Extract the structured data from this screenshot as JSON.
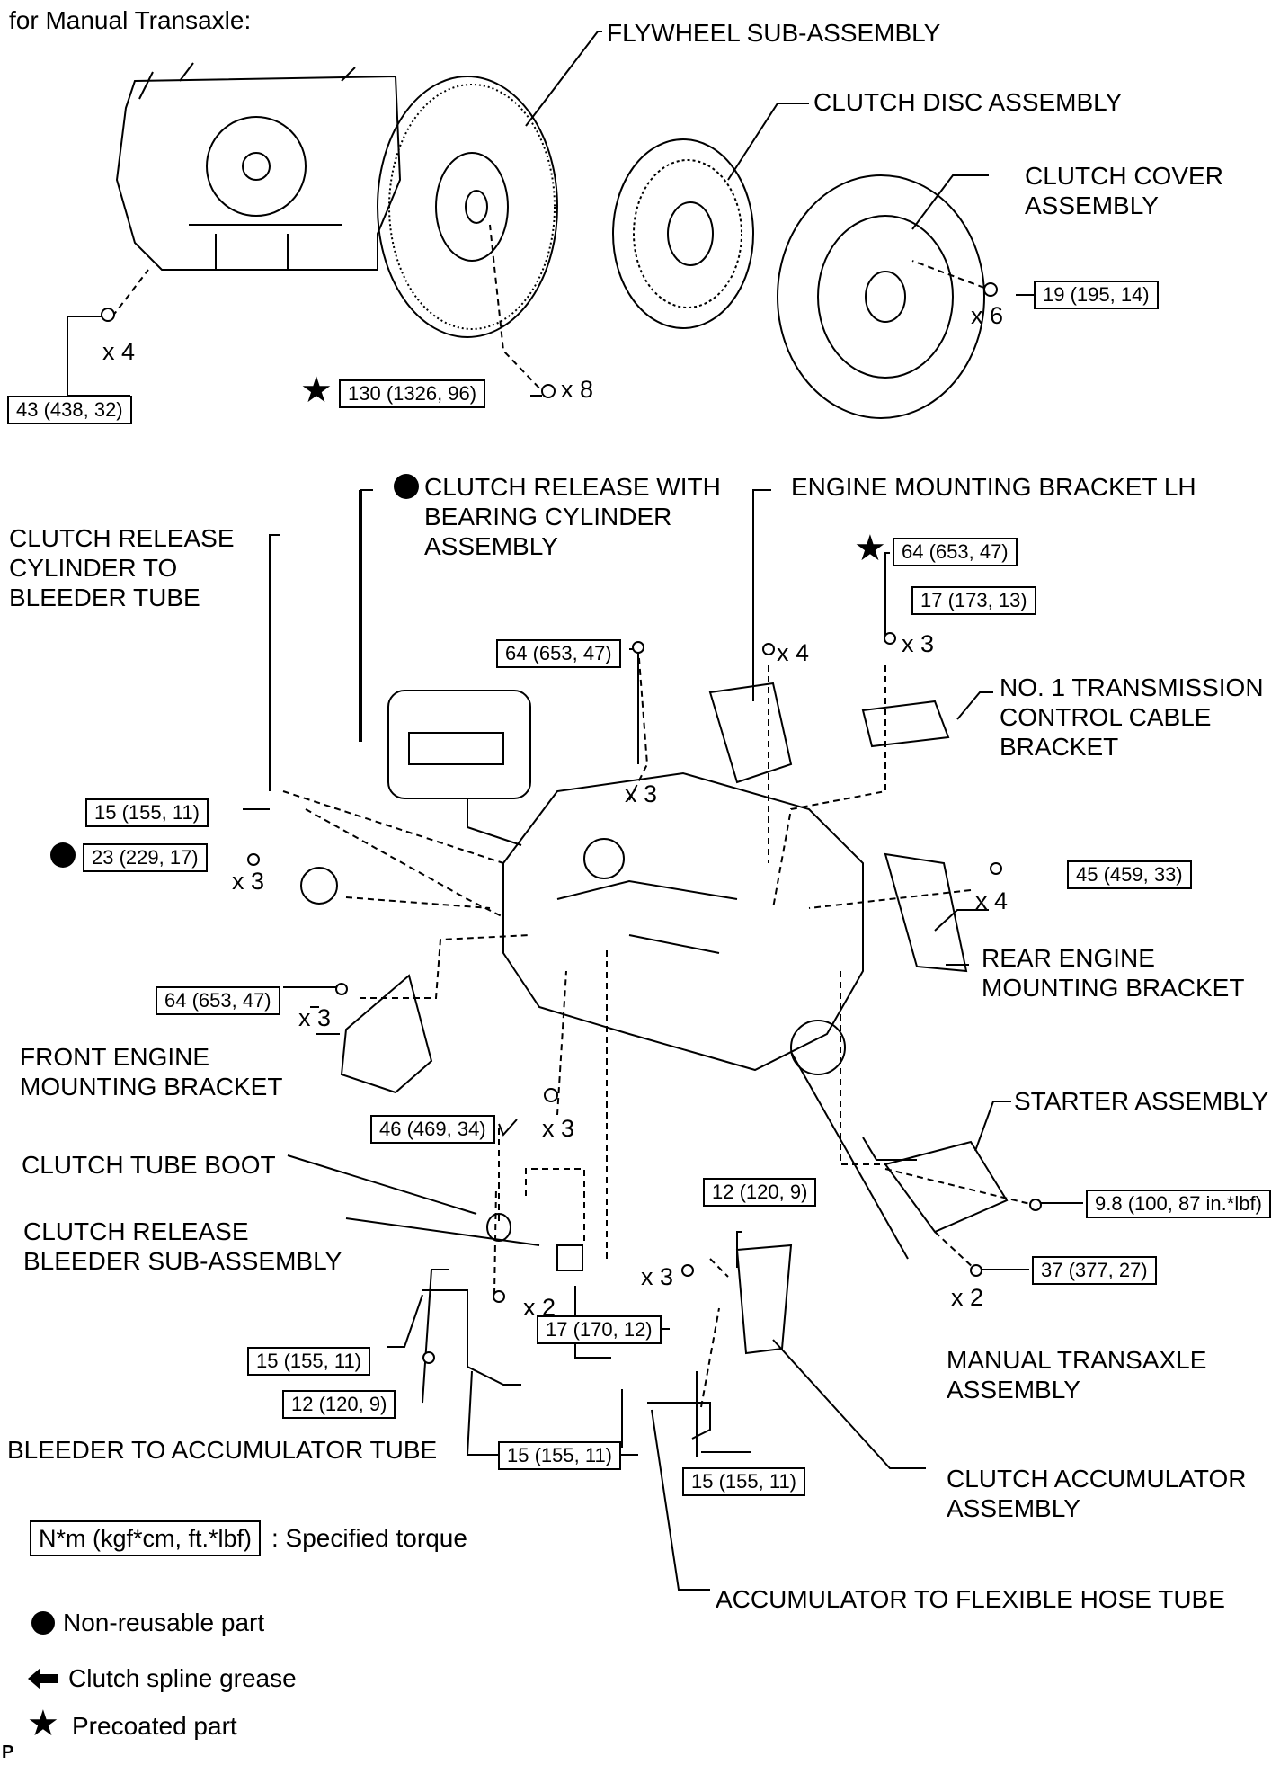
{
  "header": {
    "title": "for Manual Transaxle:"
  },
  "labels": {
    "flywheel": "FLYWHEEL SUB-ASSEMBLY",
    "clutch_disc": "CLUTCH DISC ASSEMBLY",
    "clutch_cover": "CLUTCH COVER\nASSEMBLY",
    "release_bearing_cyl": "CLUTCH RELEASE WITH\nBEARING CYLINDER\nASSEMBLY",
    "engine_mount_lh": "ENGINE MOUNTING BRACKET LH",
    "release_cyl_tube": "CLUTCH RELEASE\nCYLINDER TO\nBLEEDER TUBE",
    "trans_ctrl_bracket": "NO. 1 TRANSMISSION\nCONTROL CABLE\nBRACKET",
    "rear_engine_mount": "REAR ENGINE\nMOUNTING BRACKET",
    "front_engine_mount": "FRONT ENGINE\nMOUNTING BRACKET",
    "starter": "STARTER ASSEMBLY",
    "clutch_tube_boot": "CLUTCH TUBE BOOT",
    "release_bleeder": "CLUTCH RELEASE\nBLEEDER SUB-ASSEMBLY",
    "manual_transaxle": "MANUAL TRANSAXLE\nASSEMBLY",
    "clutch_accumulator": "CLUTCH ACCUMULATOR\nASSEMBLY",
    "bleeder_accum_tube": "BLEEDER TO ACCUMULATOR TUBE",
    "accum_flex_hose": "ACCUMULATOR TO FLEXIBLE HOSE TUBE"
  },
  "torques": {
    "t_43": "43 (438, 32)",
    "t_130": "130 (1326, 96)",
    "t_19": "19 (195, 14)",
    "t_64a": "64 (653, 47)",
    "t_17a": "17 (173, 13)",
    "t_64b": "64 (653, 47)",
    "t_15a": "15 (155, 11)",
    "t_23": "23 (229, 17)",
    "t_45": "45 (459, 33)",
    "t_64c": "64 (653, 47)",
    "t_46": "46 (469, 34)",
    "t_12a": "12 (120, 9)",
    "t_98": "9.8 (100, 87 in.*lbf)",
    "t_37": "37 (377, 27)",
    "t_15b": "15 (155, 11)",
    "t_17b": "17 (170, 12)",
    "t_12b": "12 (120, 9)",
    "t_15c": "15 (155, 11)",
    "t_15d": "15 (155, 11)"
  },
  "quantities": {
    "q_x4a": "x 4",
    "q_x8": "x 8",
    "q_x6": "x 6",
    "q_x4b": "x 4",
    "q_x3a": "x 3",
    "q_x3b": "x 3",
    "q_x3c": "x 3",
    "q_x4c": "x 4",
    "q_x3d": "x 3",
    "q_x3e": "x 3",
    "q_x3f": "x 3",
    "q_x2a": "x 2",
    "q_x2b": "x 2"
  },
  "legend": {
    "torque_box": "N*m (kgf*cm, ft.*lbf)",
    "torque_text": ": Specified torque",
    "nonreusable": "Non-reusable part",
    "grease": "Clutch spline grease",
    "precoated": "Precoated part"
  },
  "footer": {
    "code": "P"
  }
}
